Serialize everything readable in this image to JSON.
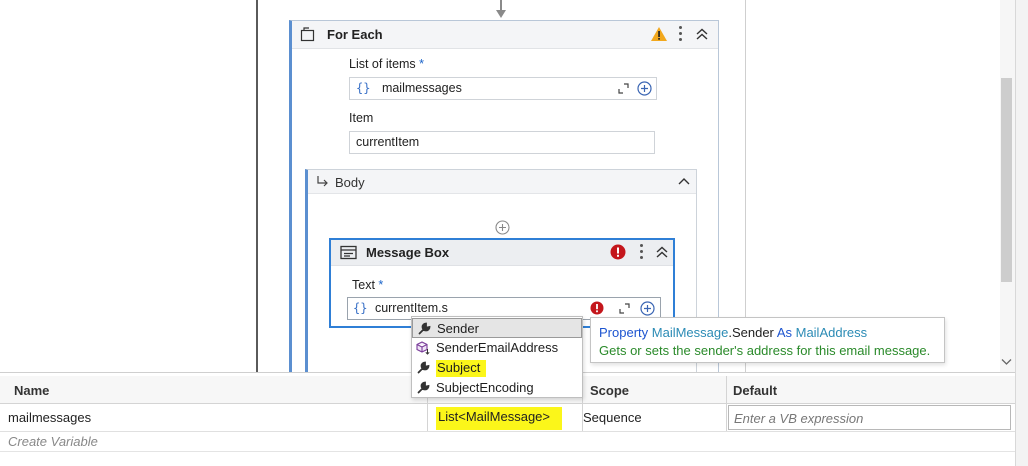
{
  "foreach": {
    "title": "For Each",
    "list_label": "List of items",
    "required_mark": "*",
    "list_value": "mailmessages",
    "braces": "{}",
    "item_label": "Item",
    "item_value": "currentItem"
  },
  "body": {
    "title": "Body"
  },
  "message_box": {
    "title": "Message Box",
    "text_label": "Text",
    "text_value": "currentItem.s"
  },
  "autocomplete": {
    "items": [
      {
        "label": "Sender",
        "icon": "wrench-icon",
        "selected": true,
        "highlight": false
      },
      {
        "label": "SenderEmailAddress",
        "icon": "cube-icon",
        "selected": false,
        "highlight": false
      },
      {
        "label": "Subject",
        "icon": "wrench-icon",
        "selected": false,
        "highlight": true
      },
      {
        "label": "SubjectEncoding",
        "icon": "wrench-icon",
        "selected": false,
        "highlight": false
      }
    ]
  },
  "tooltip": {
    "kw_property": "Property",
    "type_name": "MailMessage",
    "member": ".Sender",
    "kw_as": "As",
    "return_type": "MailAddress",
    "description": "Gets or sets the sender's address for this email message."
  },
  "variables": {
    "headers": {
      "name": "Name",
      "type": "",
      "scope": "Scope",
      "default": "Default"
    },
    "rows": [
      {
        "name": "mailmessages",
        "type": "List<MailMessage>",
        "scope": "Sequence",
        "default_placeholder": "Enter a VB expression"
      }
    ],
    "create_label": "Create Variable"
  },
  "colors": {
    "accent": "#2f7fd6",
    "warning": "#f2a81d",
    "error": "#c4161c",
    "highlight": "#fbf61a"
  }
}
